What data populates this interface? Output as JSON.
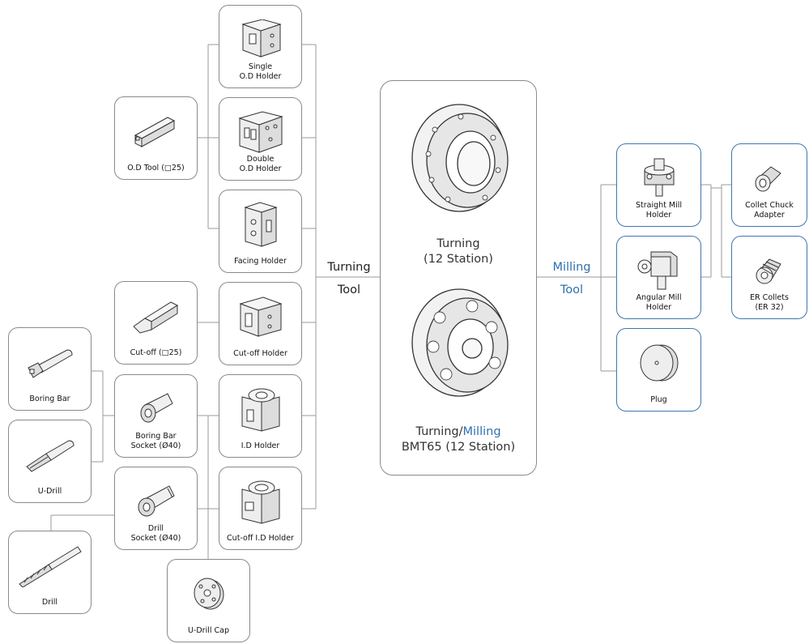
{
  "colors": {
    "box_border": "#8a8a8a",
    "accent_blue": "#3070ae",
    "line": "#9a9a9a"
  },
  "center": {
    "top_title": "Turning",
    "top_sub": "(12 Station)",
    "bottom_title_a": "Turning/",
    "bottom_title_b": "Milling",
    "bottom_sub": "BMT65 (12 Station)"
  },
  "labels": {
    "turning_1": "Turning",
    "turning_2": "Tool",
    "milling_1": "Milling",
    "milling_2": "Tool"
  },
  "boxes": {
    "single_od": {
      "label": "Single\nO.D Holder",
      "icon": "single-od-holder-icon"
    },
    "double_od": {
      "label": "Double\nO.D Holder",
      "icon": "double-od-holder-icon"
    },
    "facing": {
      "label": "Facing Holder",
      "icon": "facing-holder-icon"
    },
    "od_tool": {
      "label": "O.D Tool  (□25)",
      "icon": "od-tool-icon"
    },
    "cutoff": {
      "label": "Cut-off (□25)",
      "icon": "cutoff-tool-icon"
    },
    "cutoff_holder": {
      "label": "Cut-off Holder",
      "icon": "cutoff-holder-icon"
    },
    "boring_bar": {
      "label": "Boring Bar",
      "icon": "boring-bar-icon"
    },
    "boring_socket": {
      "label": "Boring Bar\nSocket (Ø40)",
      "icon": "boring-bar-socket-icon"
    },
    "id_holder": {
      "label": "I.D Holder",
      "icon": "id-holder-icon"
    },
    "udrill": {
      "label": "U-Drill",
      "icon": "u-drill-icon"
    },
    "drill_socket": {
      "label": "Drill\nSocket (Ø40)",
      "icon": "drill-socket-icon"
    },
    "cutoff_id": {
      "label": "Cut-off I.D Holder",
      "icon": "cutoff-id-holder-icon"
    },
    "drill": {
      "label": "Drill",
      "icon": "drill-icon"
    },
    "udrill_cap": {
      "label": "U-Drill Cap",
      "icon": "u-drill-cap-icon"
    },
    "straight_mill": {
      "label": "Straight Mill\nHolder",
      "icon": "straight-mill-holder-icon"
    },
    "angular_mill": {
      "label": "Angular Mill\nHolder",
      "icon": "angular-mill-holder-icon"
    },
    "plug": {
      "label": "Plug",
      "icon": "plug-icon"
    },
    "collet_chuck": {
      "label": "Collet Chuck\nAdapter",
      "icon": "collet-chuck-adapter-icon"
    },
    "er_collets": {
      "label": "ER Collets\n(ER 32)",
      "icon": "er-collets-icon"
    }
  }
}
